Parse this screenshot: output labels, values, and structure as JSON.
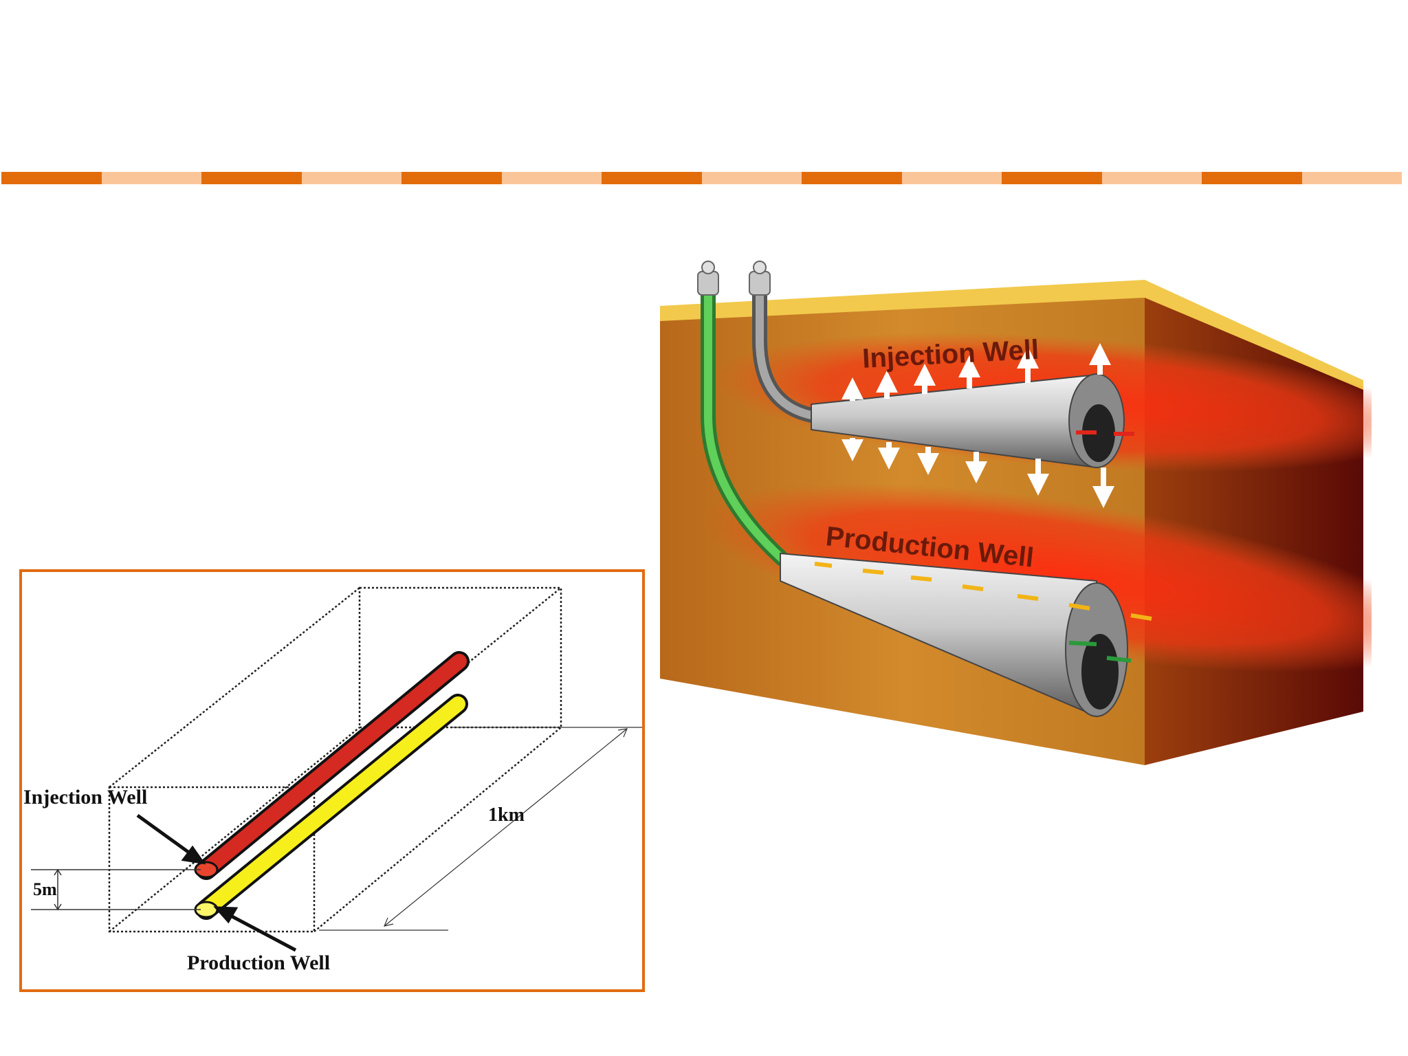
{
  "header": {
    "stripe_colors": [
      "#e36c0a",
      "#fbc59a"
    ],
    "stripe_segments": 14
  },
  "schematic": {
    "injection_label": "Injection Well",
    "production_label": "Production Well",
    "spacing_label": "5m",
    "length_label": "1km",
    "frame_color": "#e26b10",
    "injection_color": "#d42a22",
    "production_color": "#f6ef1c"
  },
  "illustration": {
    "injection_label": "Injection Well",
    "production_label": "Production Well",
    "surface_color": "#f2c94c",
    "soil_color": "#c9771e",
    "heat_color": "#e8321a"
  }
}
